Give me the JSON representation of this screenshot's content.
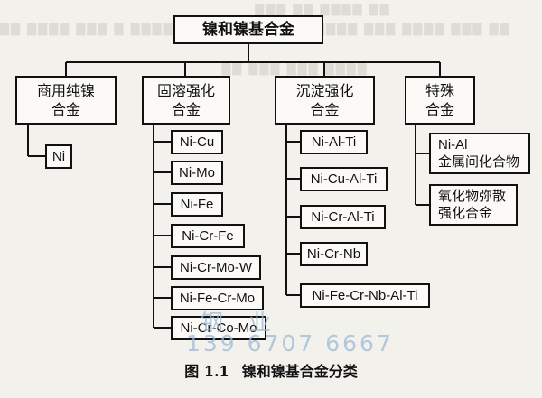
{
  "root": "镍和镍基合金",
  "categories": [
    {
      "label_line1": "商用纯镍",
      "label_line2": "合金"
    },
    {
      "label_line1": "固溶强化",
      "label_line2": "合金"
    },
    {
      "label_line1": "沉淀强化",
      "label_line2": "合金"
    },
    {
      "label_line1": "特殊",
      "label_line2": "合金"
    }
  ],
  "commercial_pure": [
    "Ni"
  ],
  "solid_solution": [
    "Ni-Cu",
    "Ni-Mo",
    "Ni-Fe",
    "Ni-Cr-Fe",
    "Ni-Cr-Mo-W",
    "Ni-Fe-Cr-Mo",
    "Ni-Cr-Co-Mo"
  ],
  "precipitation": [
    "Ni-Al-Ti",
    "Ni-Cu-Al-Ti",
    "Ni-Cr-Al-Ti",
    "Ni-Cr-Nb",
    "Ni-Fe-Cr-Nb-Al-Ti"
  ],
  "special": [
    {
      "line1": "Ni-Al",
      "line2": "金属间化合物"
    },
    {
      "line1": "氧化物弥散",
      "line2": "强化合金"
    }
  ],
  "watermark": {
    "line1": "钢  业",
    "line2": "139 6707 6667"
  },
  "caption": {
    "number": "图 1.1",
    "title": "镍和镍基合金分类"
  },
  "colors": {
    "line": "#111111",
    "box_bg": "#fbfaf7",
    "page_bg": "#f3f1ec",
    "watermark": "#9bb9d6"
  }
}
